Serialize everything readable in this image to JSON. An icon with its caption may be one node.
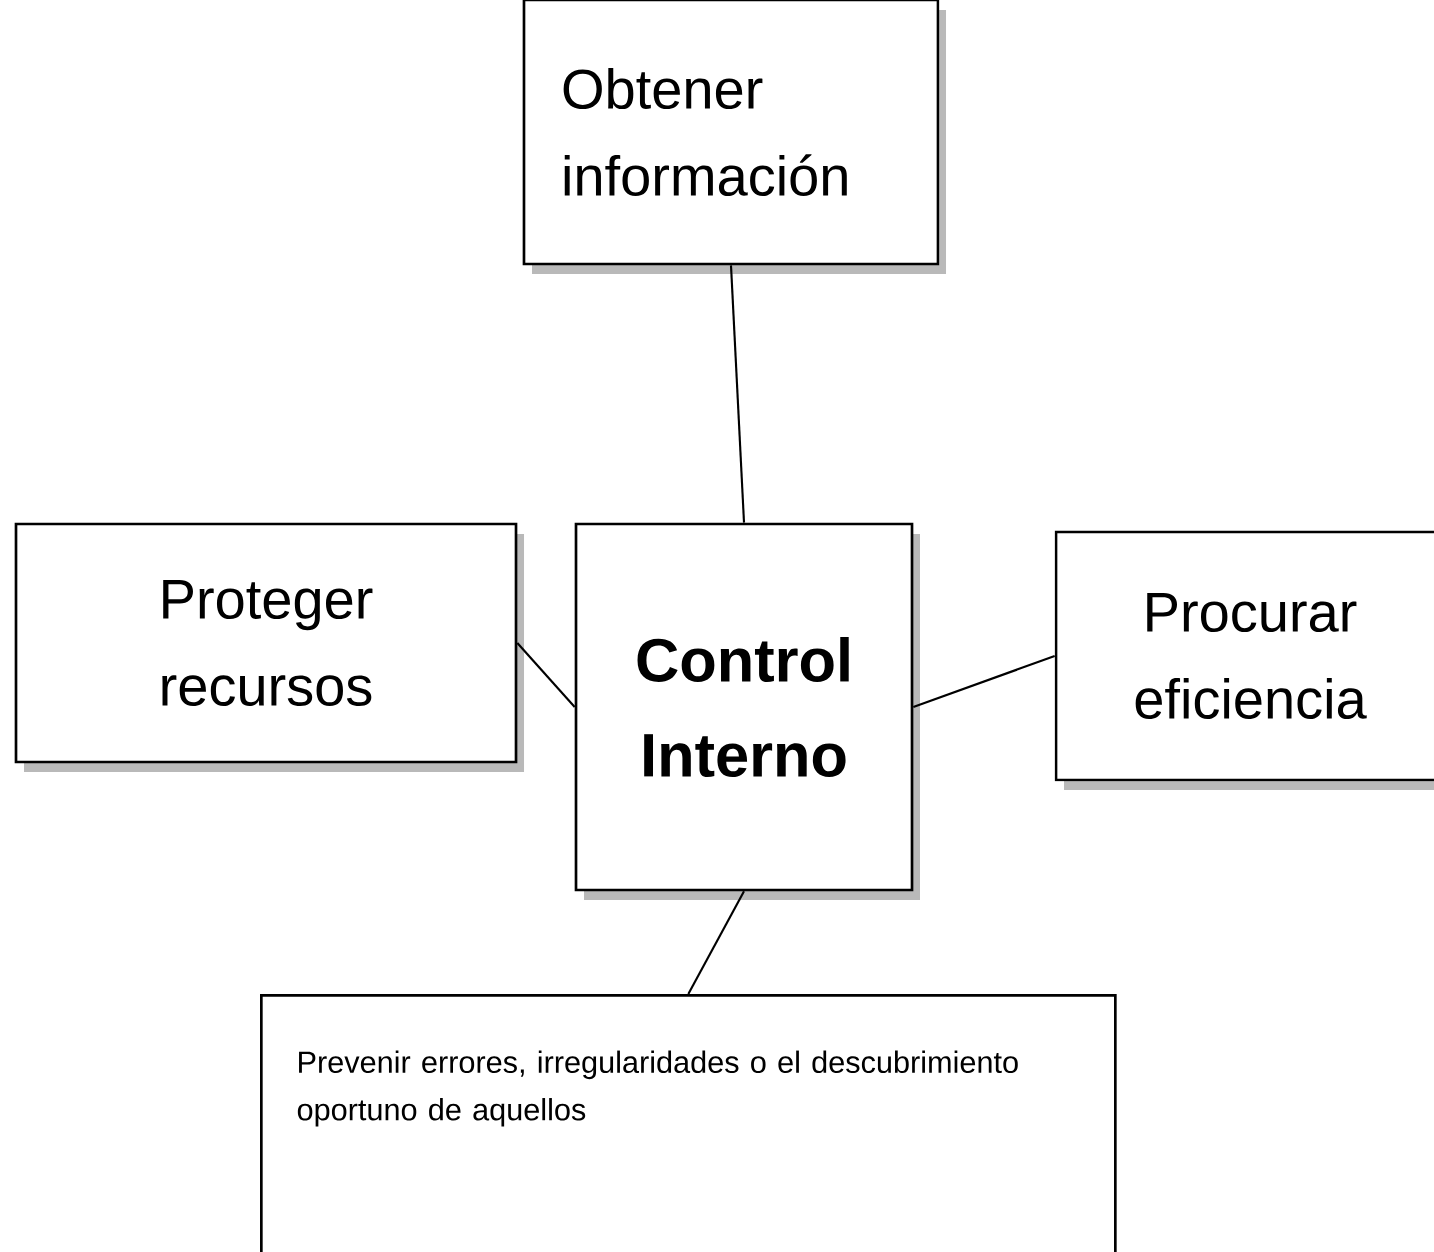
{
  "diagram": {
    "nodes": [
      {
        "text": [
          "Obtener información"
        ]
      },
      {
        "text": [
          "Proteger recursos"
        ]
      },
      {
        "text": [
          "Control Interno"
        ]
      },
      {
        "text": [
          "Procurar eficiencia"
        ]
      },
      {
        "text": [
          "Prevenir errores, irregularidades o el descubrimiento oportuno de aquellos"
        ]
      }
    ],
    "edges": [
      {
        "from": 0,
        "to": 2,
        "arrow": "none"
      },
      {
        "from": 1,
        "to": 2,
        "arrow": "none"
      },
      {
        "from": 2,
        "to": 3,
        "arrow": "none"
      },
      {
        "from": 2,
        "to": 4,
        "arrow": "none"
      }
    ]
  }
}
